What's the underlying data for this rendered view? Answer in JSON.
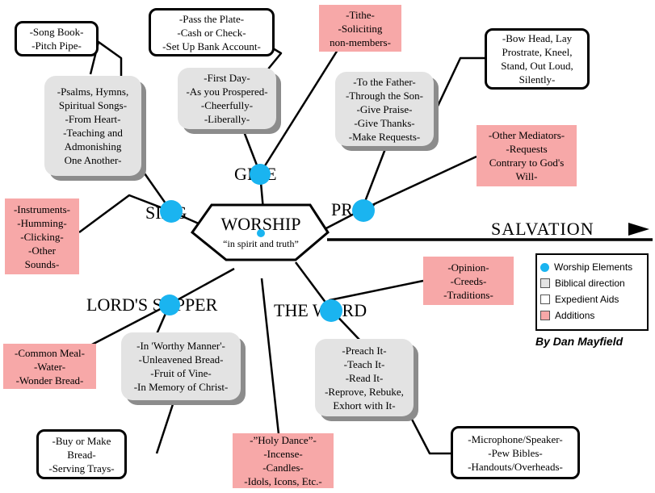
{
  "center": {
    "title": "WORSHIP",
    "subtitle": "“in spirit and truth”"
  },
  "salvation": "SALVATION",
  "labels": {
    "give": "GIVE",
    "sing": "SING",
    "pray": "PRAY",
    "lords_supper": "LORD'S SUPPER",
    "the_word": "THE WORD"
  },
  "boxes": {
    "song_book": "-Song Book-\n-Pitch Pipe-",
    "pass_plate": "-Pass the Plate-\n-Cash or Check-\n-Set Up Bank Account-",
    "tithe": "-Tithe-\n-Soliciting\nnon-members-",
    "bow_head": "-Bow Head, Lay\nProstrate, Kneel,\nStand, Out Loud,\nSilently-",
    "psalms": "-Psalms, Hymns,\nSpiritual Songs-\n-From Heart-\n-Teaching and\nAdmonishing\nOne Another-",
    "first_day": "-First Day-\n-As you Prospered-\n-Cheerfully-\n-Liberally-",
    "to_father": "-To the Father-\n-Through the Son-\n-Give Praise-\n-Give Thanks-\n-Make Requests-",
    "other_mediators": "-Other Mediators-\n-Requests\nContrary to God's\nWill-",
    "instruments": "-Instruments-\n-Humming-\n-Clicking-\n-Other\nSounds-",
    "opinion": "-Opinion-\n-Creeds-\n-Traditions-",
    "common_meal": "-Common Meal-\n-Water-\n-Wonder Bread-",
    "worthy_manner": "-In 'Worthy Manner'-\n-Unleavened Bread-\n-Fruit of Vine-\n-In Memory of Christ-",
    "preach": "-Preach It-\n-Teach It-\n-Read It-\n-Reprove, Rebuke,\nExhort with It-",
    "buy_bread": "-Buy or Make\nBread-\n-Serving Trays-",
    "holy_dance": "-”Holy Dance”-\n-Incense-\n-Candles-\n-Idols, Icons, Etc.-",
    "microphone": "-Microphone/Speaker-\n-Pew Bibles-\n-Handouts/Overheads-"
  },
  "legend": {
    "elements": "Worship Elements",
    "biblical": "Biblical direction",
    "expedient": "Expedient Aids",
    "additions": "Additions"
  },
  "byline": "By Dan Mayfield",
  "colors": {
    "element_dot": "#1ab4f0",
    "biblical": "#e3e3e3",
    "addition": "#f7a8a8",
    "shadow": "#8c8c8c"
  }
}
